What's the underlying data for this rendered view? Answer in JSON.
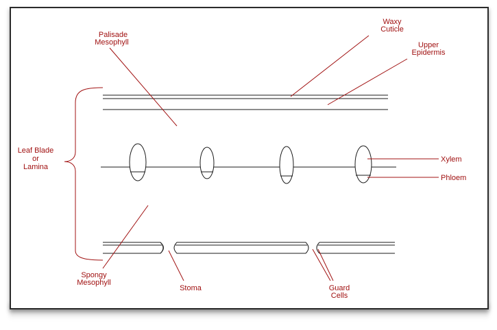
{
  "labels": {
    "palisade_1": "Palisade",
    "palisade_2": "Mesophyll",
    "waxy_1": "Waxy",
    "waxy_2": "Cuticle",
    "upper_1": "Upper",
    "upper_2": "Epidermis",
    "leaf_1": "Leaf Blade",
    "leaf_2": "or",
    "leaf_3": "Lamina",
    "xylem": "Xylem",
    "phloem": "Phloem",
    "spongy_1": "Spongy",
    "spongy_2": "Mesophyll",
    "stoma": "Stoma",
    "guard_1": "Guard",
    "guard_2": "Cells"
  },
  "colors": {
    "structure": "#1a1a1a",
    "label": "#a01010",
    "frame": "#2a2a2a"
  }
}
